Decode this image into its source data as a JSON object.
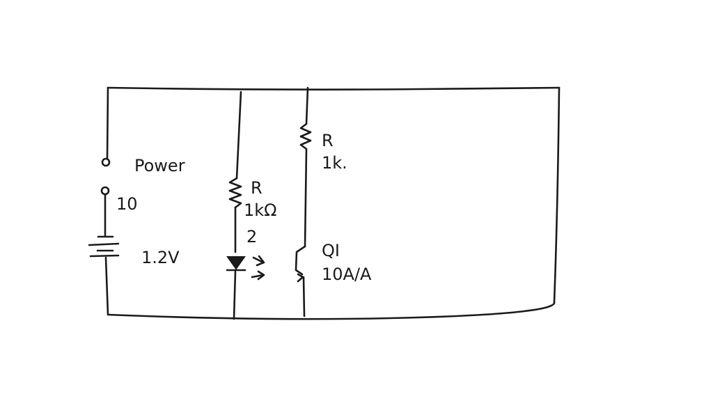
{
  "labels": {
    "power": "Power",
    "switch_number": "10",
    "battery_voltage": "1.2V",
    "resistor1_name": "R",
    "resistor1_value": "1kΩ",
    "led_number": "2",
    "resistor2_name": "R",
    "resistor2_value": "1k.",
    "transistor_name": "QI",
    "transistor_value": "10A/A"
  },
  "stroke_color": "#1a1a1a",
  "background_color": "#ffffff"
}
